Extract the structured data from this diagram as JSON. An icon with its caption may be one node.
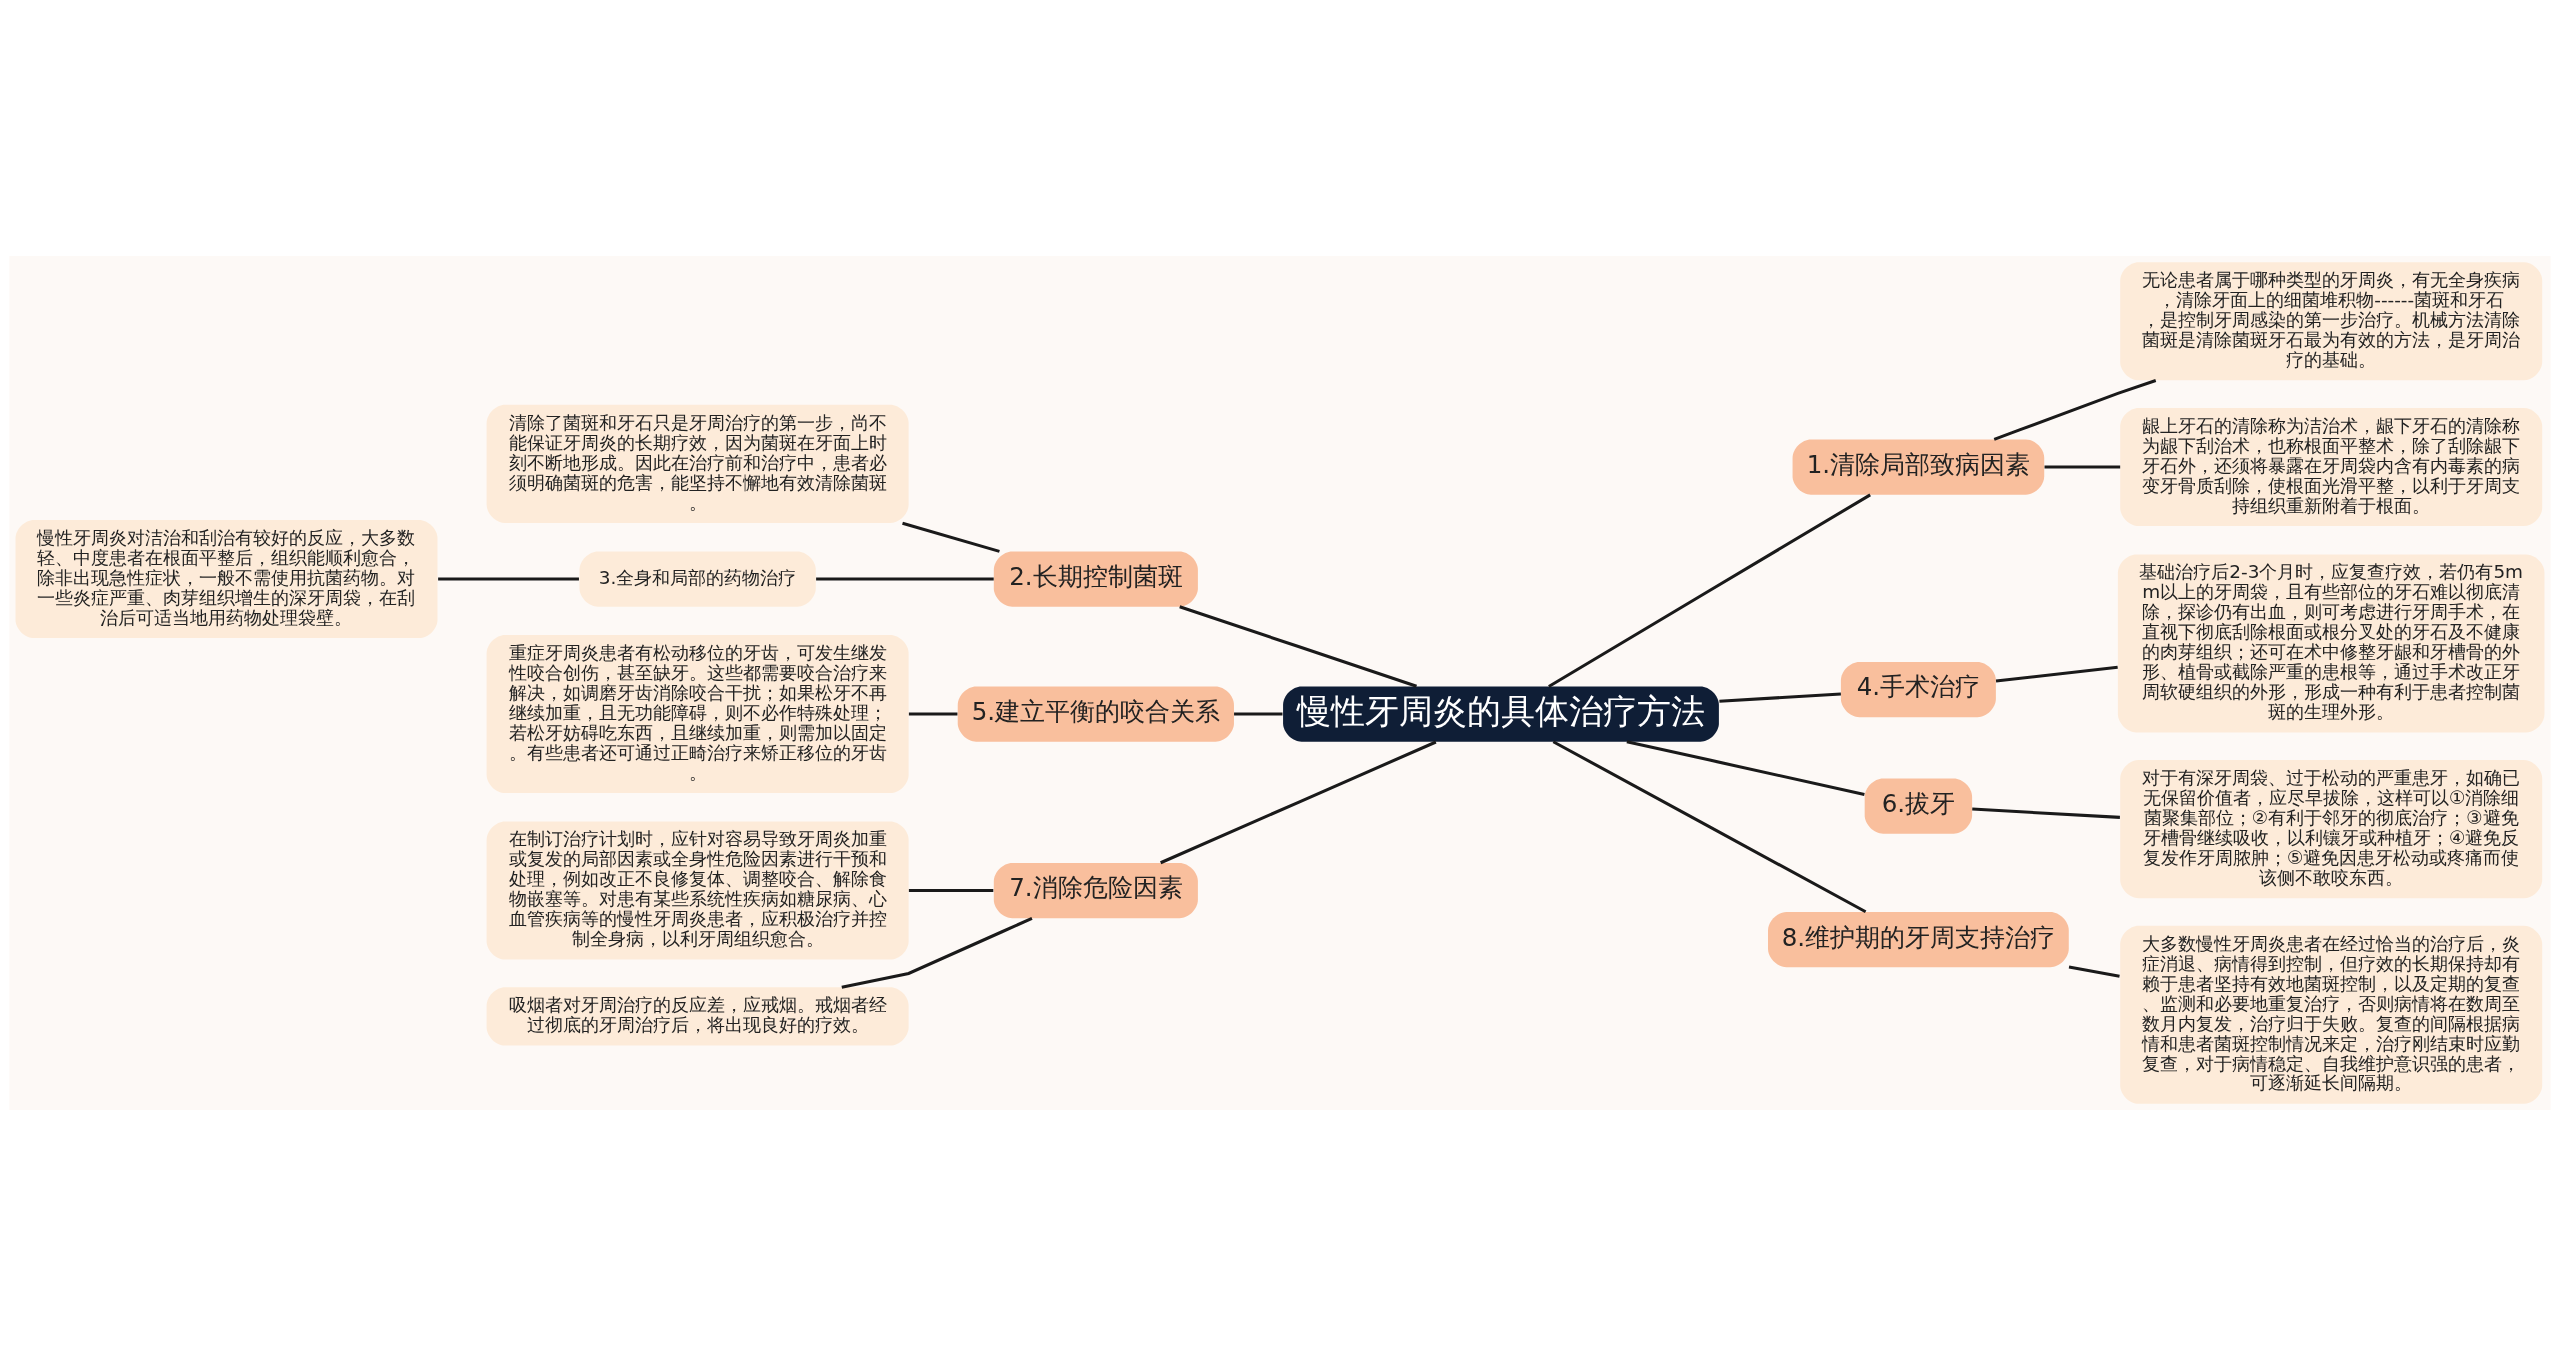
{
  "diagram": {
    "nodes": [
      {
        "text": [
          "慢性牙周炎的具体治疗方法"
        ]
      },
      {
        "text": [
          "1.清除局部致病因素"
        ]
      },
      {
        "text": [
          "无论患者属于哪种类型的牙周炎，有无全身疾病，清除牙面上的细菌堆积物------菌斑和牙石，是控制牙周感染的第一步治疗。机械方法清除菌斑是清除菌斑牙石最为有效的方法，是牙周治疗的基础。"
        ]
      },
      {
        "text": [
          "龈上牙石的清除称为洁治术，龈下牙石的清除称为龈下刮治术，也称根面平整术，除了刮除龈下牙石外，还须将暴露在牙周袋内含有内毒素的病变牙骨质刮除，使根面光滑平整，以利于牙周支持组织重新附着于根面。"
        ]
      },
      {
        "text": [
          "2.长期控制菌斑"
        ]
      },
      {
        "text": [
          "清除了菌斑和牙石只是牙周治疗的第一步，尚不能保证牙周炎的长期疗效，因为菌斑在牙面上时刻不断地形成。因此在治疗前和治疗中，患者必须明确菌斑的危害，能坚持不懈地有效清除菌斑。"
        ]
      },
      {
        "text": [
          "3.全身和局部的药物治疗"
        ]
      },
      {
        "text": [
          "慢性牙周炎对洁治和刮治有较好的反应，大多数轻、中度患者在根面平整后，组织能顺利愈合，除非出现急性症状，一般不需使用抗菌药物。对一些炎症严重、肉芽组织增生的深牙周袋，在刮治后可适当地用药物处理袋壁。"
        ]
      },
      {
        "text": [
          "4.手术治疗"
        ]
      },
      {
        "text": [
          "基础治疗后2-3个月时，应复查疗效，若仍有5mm以上的牙周袋，且有些部位的牙石难以彻底清除，探诊仍有出血，则可考虑进行牙周手术，在直视下彻底刮除根面或根分叉处的牙石及不健康的肉芽组织；还可在术中修整牙龈和牙槽骨的外形、植骨或截除严重的患根等，通过手术改正牙周软硬组织的外形，形成一种有利于患者控制菌斑的生理外形。"
        ]
      },
      {
        "text": [
          "5.建立平衡的咬合关系"
        ]
      },
      {
        "text": [
          "重症牙周炎患者有松动移位的牙齿，可发生继发性咬合创伤，甚至缺牙。这些都需要咬合治疗来解决，如调磨牙齿消除咬合干扰；如果松牙不再继续加重，且无功能障碍，则不必作特殊处理；若松牙妨碍吃东西，且继续加重，则需加以固定。有些患者还可通过正畸治疗来矫正移位的牙齿。"
        ]
      },
      {
        "text": [
          "6.拔牙"
        ]
      },
      {
        "text": [
          "对于有深牙周袋、过于松动的严重患牙，如确已无保留价值者，应尽早拔除，这样可以①消除细菌聚集部位；②有利于邻牙的彻底治疗；③避免牙槽骨继续吸收，以利镶牙或种植牙；④避免反复发作牙周脓肿；⑤避免因患牙松动或疼痛而使该侧不敢咬东西。"
        ]
      },
      {
        "text": [
          "7.消除危险因素"
        ]
      },
      {
        "text": [
          "在制订治疗计划时，应针对容易导致牙周炎加重或复发的局部因素或全身性危险因素进行干预和处理，例如改正不良修复体、调整咬合、解除食物嵌塞等。对患有某些系统性疾病如糖尿病、心血管疾病等的慢性牙周炎患者，应积极治疗并控制全身病，以利牙周组织愈合。"
        ]
      },
      {
        "text": [
          "吸烟者对牙周治疗的反应差，应戒烟。戒烟者经过彻底的牙周治疗后，将出现良好的疗效。"
        ]
      },
      {
        "text": [
          "8.维护期的牙周支持治疗"
        ]
      },
      {
        "text": [
          "大多数慢性牙周炎患者在经过恰当的治疗后，炎症消退、病情得到控制，但疗效的长期保持却有赖于患者坚持有效地菌斑控制，以及定期的复查、监测和必要地重复治疗，否则病情将在数周至数月内复发，治疗归于失败。复查的间隔根据病情和患者菌斑控制情况来定，治疗刚结束时应勤复查，对于病情稳定、自我维护意识强的患者，可逐渐延长间隔期。"
        ]
      }
    ],
    "edges": [
      {
        "from": 0,
        "to": 1,
        "arrow": "none"
      },
      {
        "from": 1,
        "to": 2,
        "arrow": "none"
      },
      {
        "from": 1,
        "to": 3,
        "arrow": "none"
      },
      {
        "from": 0,
        "to": 4,
        "arrow": "none"
      },
      {
        "from": 4,
        "to": 5,
        "arrow": "none"
      },
      {
        "from": 4,
        "to": 6,
        "arrow": "none"
      },
      {
        "from": 6,
        "to": 7,
        "arrow": "none"
      },
      {
        "from": 0,
        "to": 8,
        "arrow": "none"
      },
      {
        "from": 8,
        "to": 9,
        "arrow": "none"
      },
      {
        "from": 0,
        "to": 10,
        "arrow": "none"
      },
      {
        "from": 10,
        "to": 11,
        "arrow": "none"
      },
      {
        "from": 0,
        "to": 12,
        "arrow": "none"
      },
      {
        "from": 12,
        "to": 13,
        "arrow": "none"
      },
      {
        "from": 0,
        "to": 14,
        "arrow": "none"
      },
      {
        "from": 14,
        "to": 15,
        "arrow": "none"
      },
      {
        "from": 14,
        "to": 16,
        "arrow": "none"
      },
      {
        "from": 0,
        "to": 17,
        "arrow": "none"
      },
      {
        "from": 17,
        "to": 18,
        "arrow": "none"
      }
    ]
  }
}
